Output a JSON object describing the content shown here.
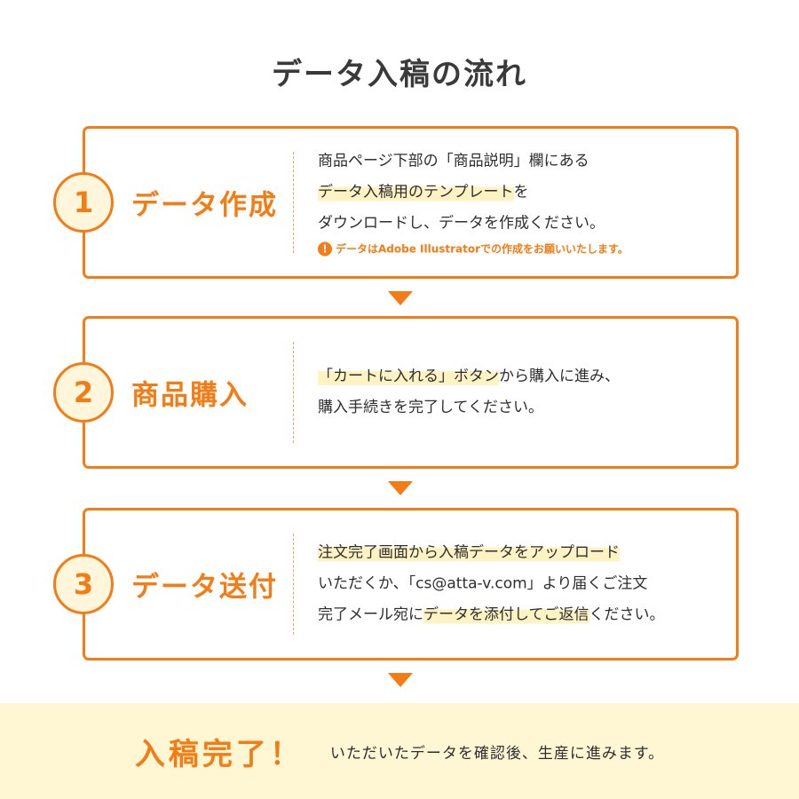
{
  "title": "データ入稿の流れ",
  "steps": [
    {
      "number": "1",
      "label": "データ作成",
      "lines": [
        "商品ページ下部の「商品説明」欄にある",
        "データ入稿用のテンプレートを",
        "ダウンロードし、データを作成ください。"
      ],
      "line2_highlight": "データ入稿用のテンプレート",
      "line2_rest": "を",
      "note": "データはAdobe Illustratorでの作成をお願いいたします。"
    },
    {
      "number": "2",
      "label": "商品購入",
      "line1_highlight": "「カートに入れる」ボタン",
      "line1_rest": "から購入に進み、",
      "line2": "購入手続きを完了してください。"
    },
    {
      "number": "3",
      "label": "データ送付",
      "line1": "注文完了画面から入稿データをアップロード",
      "line2": "いただくか、「cs@atta-v.com」より届くご注文",
      "line3_pre": "完了メール宛に",
      "line3_highlight": "データを添付してご返信",
      "line3_rest": "ください。"
    }
  ],
  "complete": {
    "title": "入稿完了！",
    "text": "いただいたデータを確認後、生産に進みます。"
  },
  "colors": {
    "accent": "#f57c14",
    "highlight": "#fff3c4",
    "complete_bg": "#fff6d3"
  }
}
